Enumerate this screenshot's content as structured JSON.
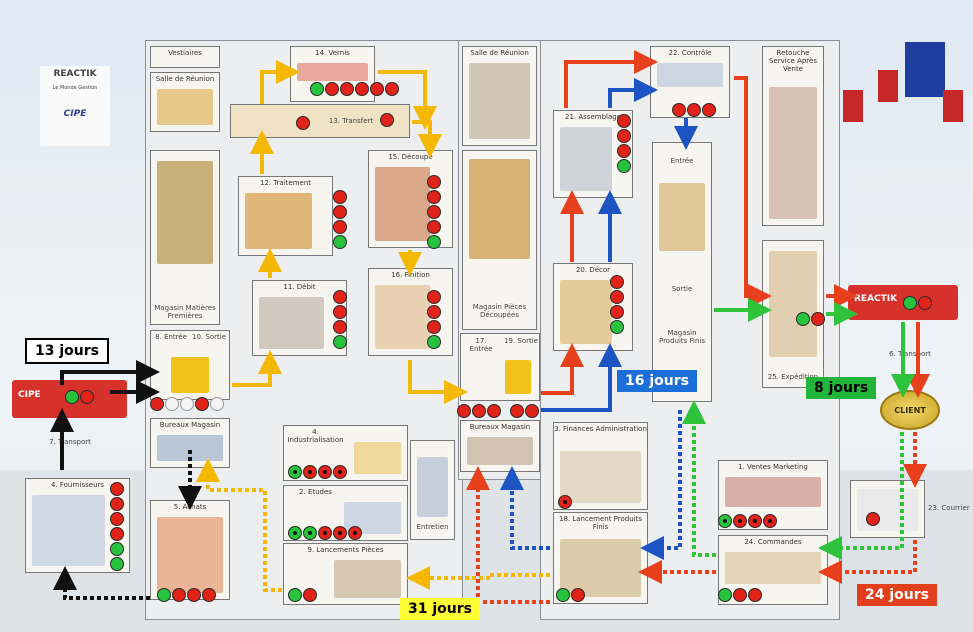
{
  "title_logo": {
    "main": "REACTIK",
    "sub": "Le Monde Gestion",
    "company": "CIPE"
  },
  "rooms": {
    "vestiaires": "Vestiaires",
    "salle_reunion_left": "Salle de Réunion",
    "magasin_matieres": "Magasin Matières Premières",
    "entree_8": "8. Entrée",
    "sortie_10": "10. Sortie",
    "bureaux_magasin_left": "Bureaux Magasin",
    "achats_5": "5. Achats",
    "fournisseurs_4": "4. Fournisseurs",
    "transport_7": "7. Transport",
    "vernis_14": "14. Vernis",
    "transfert_13": "13. Transfert",
    "traitement_12": "12. Traitement",
    "debit_11": "11. Débit",
    "decoupe_15": "15. Découpe",
    "finition_16": "16. Finition",
    "salle_reunion_center": "Salle de Réunion",
    "magasin_pieces": "Magasin Pièces Découpées",
    "entree_17": "17. Entrée",
    "sortie_19": "19. Sortie",
    "bureaux_magasin_center": "Bureaux Magasin",
    "industrialisation_4": "4. Industrialisation",
    "etudes_2": "2. Etudes",
    "entretien": "Entretien",
    "lancements_pieces_9": "9. Lancements Pièces",
    "assemblage_21": "21. Assemblage",
    "decor_20": "20. Décor",
    "finances_3": "3. Finances Administration",
    "lancement_produits_18": "18. Lancement Produits Finis",
    "controle_22": "22. Contrôle",
    "entree_right": "Entrée",
    "sortie_right": "Sortie",
    "magasin_produits": "Magasin Produits Finis",
    "retouche": "Retouche Service Après Vente",
    "expedition_25": "25. Expédition",
    "ventes_marketing_1": "1. Ventes Marketing",
    "commandes_24": "24. Commandes",
    "transport_6": "6. Transport",
    "courrier_23": "23. Courrier"
  },
  "truck_labels": {
    "cipe": "CIPE",
    "reactik": "REACTIK"
  },
  "client_label": "CLIENT",
  "lead_times": {
    "supplier": "13 jours",
    "assembly": "16 jours",
    "shipping": "8 jours",
    "production": "31 jours",
    "order": "24 jours"
  },
  "colors": {
    "red_dot": "#e2231a",
    "green_dot": "#28c33d",
    "arrow_yellow": "#f5b800",
    "arrow_red": "#e8401c",
    "arrow_blue": "#1d54c4",
    "arrow_green": "#2fc23b",
    "arrow_black": "#111111"
  }
}
